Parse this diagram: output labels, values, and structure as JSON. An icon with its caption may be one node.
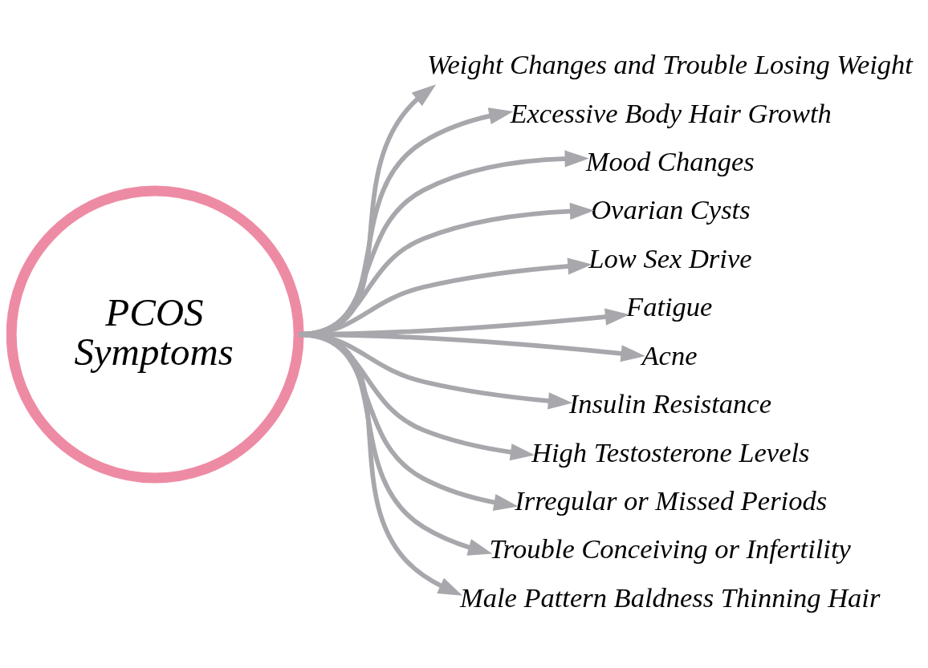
{
  "diagram": {
    "nodes": [
      {
        "text": [
          "PCOS Symptoms"
        ]
      },
      {
        "text": [
          "Weight Changes and Trouble Losing Weight"
        ]
      },
      {
        "text": [
          "Excessive Body Hair Growth"
        ]
      },
      {
        "text": [
          "Mood Changes"
        ]
      },
      {
        "text": [
          "Ovarian Cysts"
        ]
      },
      {
        "text": [
          "Low Sex Drive"
        ]
      },
      {
        "text": [
          "Fatigue"
        ]
      },
      {
        "text": [
          "Acne"
        ]
      },
      {
        "text": [
          "Insulin Resistance"
        ]
      },
      {
        "text": [
          "High Testosterone Levels"
        ]
      },
      {
        "text": [
          "Irregular or Missed Periods"
        ]
      },
      {
        "text": [
          "Trouble Conceiving or Infertility"
        ]
      },
      {
        "text": [
          "Male Pattern Baldness Thinning Hair"
        ]
      }
    ],
    "edges": [
      {
        "from": 0,
        "to": 1,
        "arrow": "to"
      },
      {
        "from": 0,
        "to": 2,
        "arrow": "to"
      },
      {
        "from": 0,
        "to": 3,
        "arrow": "to"
      },
      {
        "from": 0,
        "to": 4,
        "arrow": "to"
      },
      {
        "from": 0,
        "to": 5,
        "arrow": "to"
      },
      {
        "from": 0,
        "to": 6,
        "arrow": "to"
      },
      {
        "from": 0,
        "to": 7,
        "arrow": "to"
      },
      {
        "from": 0,
        "to": 8,
        "arrow": "to"
      },
      {
        "from": 0,
        "to": 9,
        "arrow": "to"
      },
      {
        "from": 0,
        "to": 10,
        "arrow": "to"
      },
      {
        "from": 0,
        "to": 11,
        "arrow": "to"
      },
      {
        "from": 0,
        "to": 12,
        "arrow": "to"
      }
    ]
  }
}
